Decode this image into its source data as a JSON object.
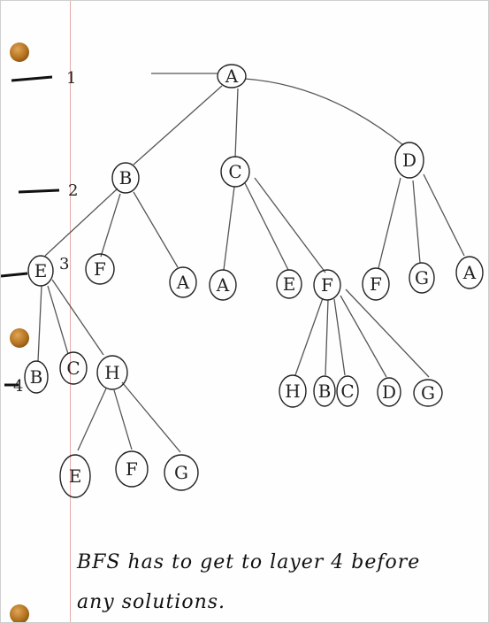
{
  "layers": [
    {
      "id": "layer-1",
      "label": "1"
    },
    {
      "id": "layer-2",
      "label": "2"
    },
    {
      "id": "layer-3",
      "label": "3"
    },
    {
      "id": "layer-4",
      "label": "4"
    }
  ],
  "nodes": {
    "root": "A",
    "l2_b": "B",
    "l2_c": "C",
    "l2_d": "D",
    "b_e": "E",
    "b_f": "F",
    "b_a": "A",
    "c_a": "A",
    "c_e": "E",
    "c_f": "F",
    "d_f": "F",
    "d_g": "G",
    "d_a": "A",
    "e_b": "B",
    "e_c": "C",
    "e_h": "H",
    "f_h": "H",
    "f_b": "B",
    "f_c": "C",
    "f_d": "D",
    "f_g": "G",
    "h_e": "E",
    "h_f": "F",
    "h_g": "G"
  },
  "note": {
    "line1": "BFS  has to  get  to layer 4 before",
    "line2": "any solutions."
  }
}
